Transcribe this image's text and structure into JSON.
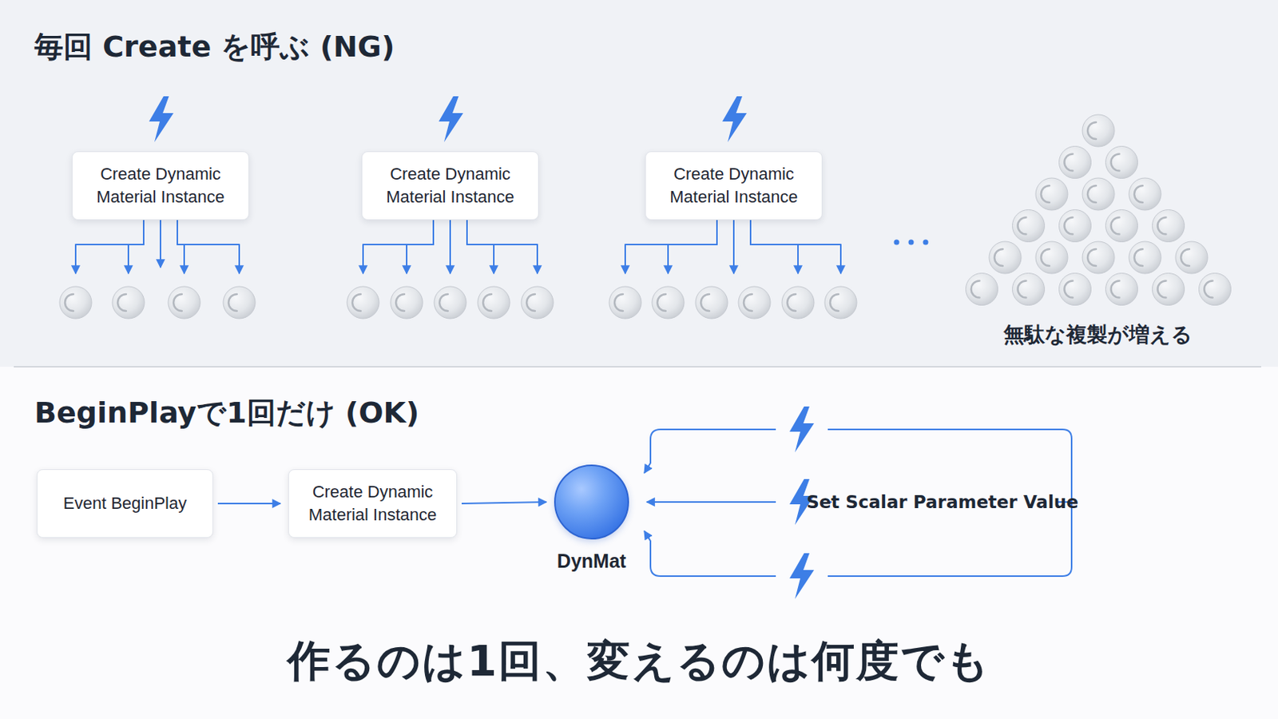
{
  "diagram": {
    "caption": "作るのは1回、変えるのは何度でも",
    "nodes": [
      {
        "text": [
          "Create Dynamic Material Instance"
        ]
      },
      {
        "text": [
          "Create Dynamic Material Instance"
        ]
      },
      {
        "text": [
          "Create Dynamic Material Instance"
        ]
      },
      {
        "text": [
          "Event BeginPlay"
        ]
      },
      {
        "text": [
          "Create Dynamic Material Instance"
        ]
      },
      {
        "text": [
          "DynMat"
        ]
      }
    ],
    "edges": [
      {
        "from": 3,
        "to": 4,
        "arrow": "to"
      },
      {
        "from": 4,
        "to": 5,
        "arrow": "to"
      }
    ],
    "labels": [
      "毎回 Create を呼ぶ (NG)",
      "無駄な複製が増える",
      "BeginPlayで1回だけ (OK)",
      "Set Scalar Parameter Value"
    ]
  }
}
